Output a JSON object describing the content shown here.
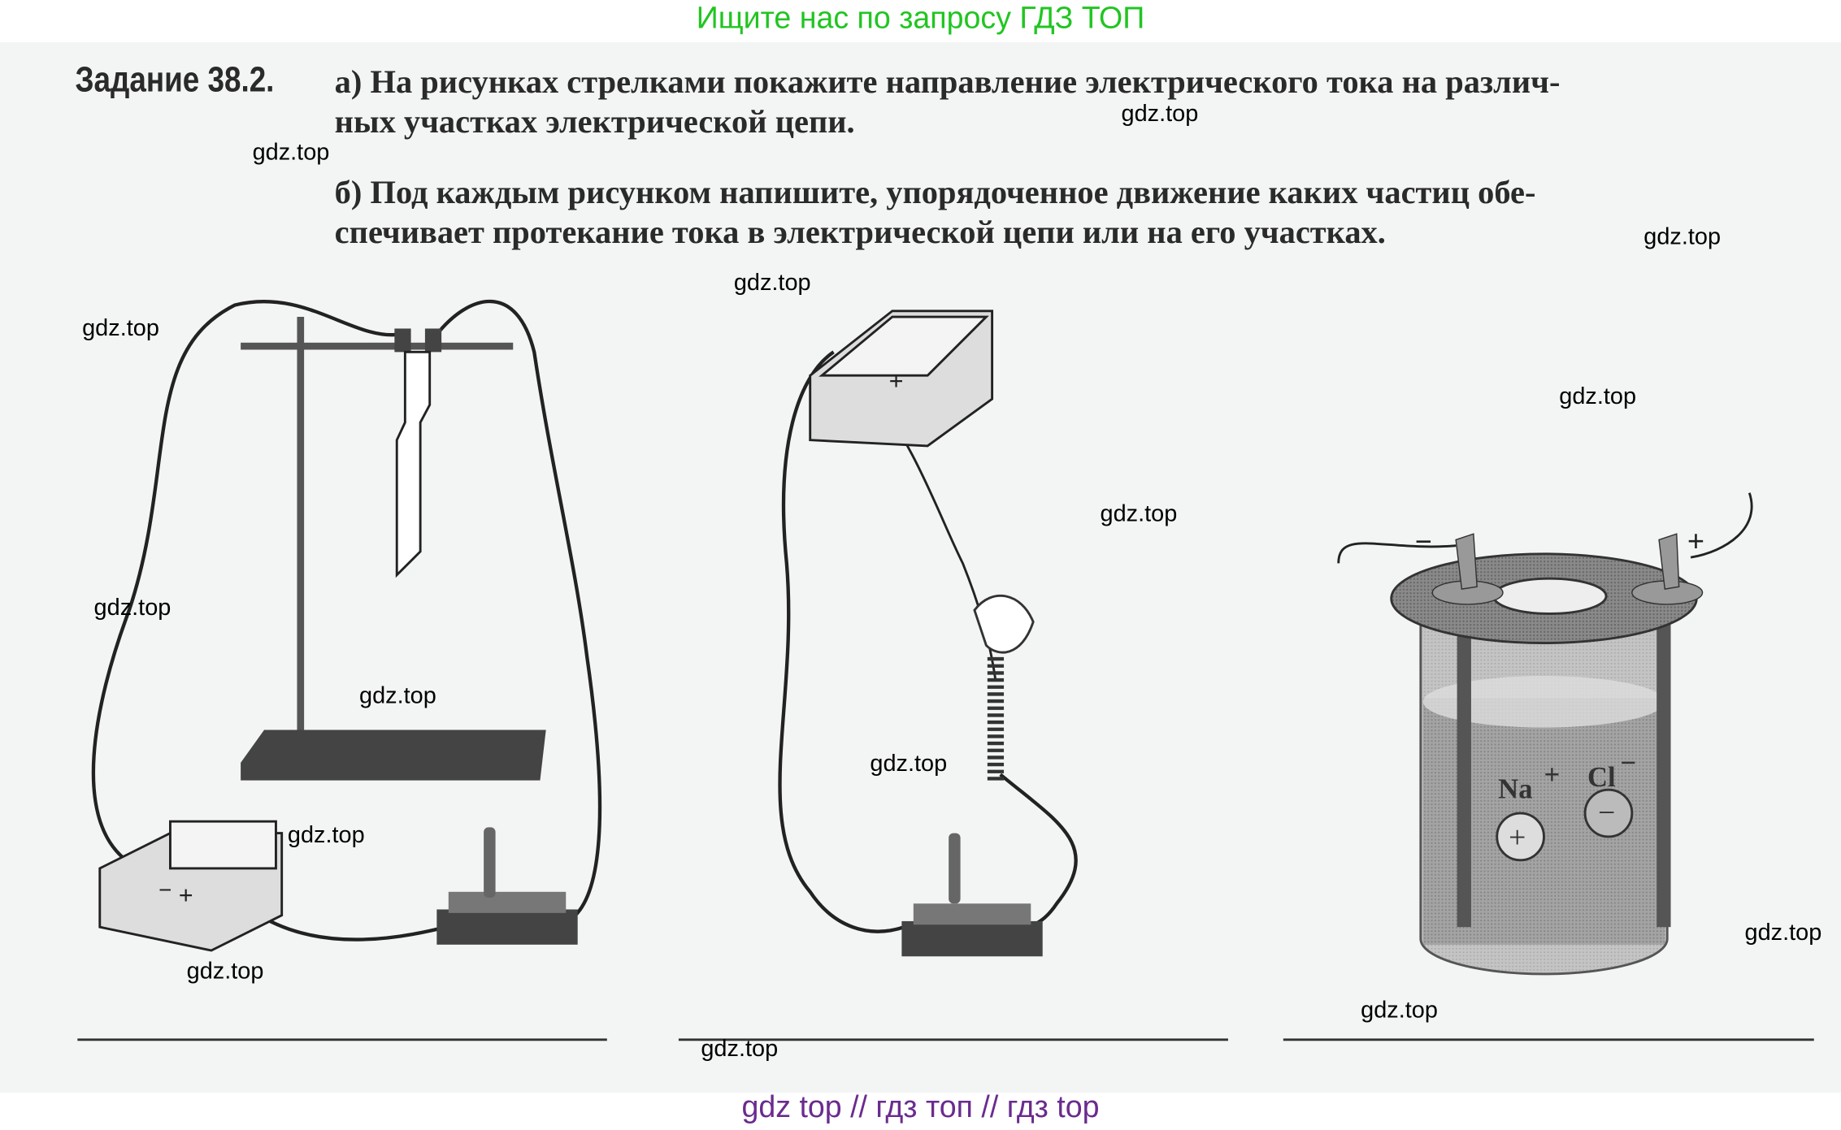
{
  "banner": "Ищите нас по запросу ГДЗ ТОП",
  "task": {
    "title": "Задание 38.2.",
    "part_a_line1": "а) На рисунках стрелками покажите направление электрического тока на различ-",
    "part_a_line2": "ных участках электрической цепи.",
    "part_b_line1": "б) Под каждым рисунком напишите, упорядоченное движение каких частиц обе-",
    "part_b_line2": "спечивает протекание тока в электрической цепи или на его участках."
  },
  "figure3": {
    "minus_terminal": "−",
    "plus_terminal": "+",
    "cation": "Na",
    "cation_charge": "+",
    "anion": "Cl",
    "anion_charge": "−"
  },
  "battery_labels": {
    "minus": "−",
    "plus": "+"
  },
  "watermark": "gdz.top",
  "footer": "gdz top  //  гдз топ  //  гдз top",
  "colors": {
    "banner": "#21c521",
    "footer": "#6a2b8f",
    "ink": "#2a2a2a"
  }
}
